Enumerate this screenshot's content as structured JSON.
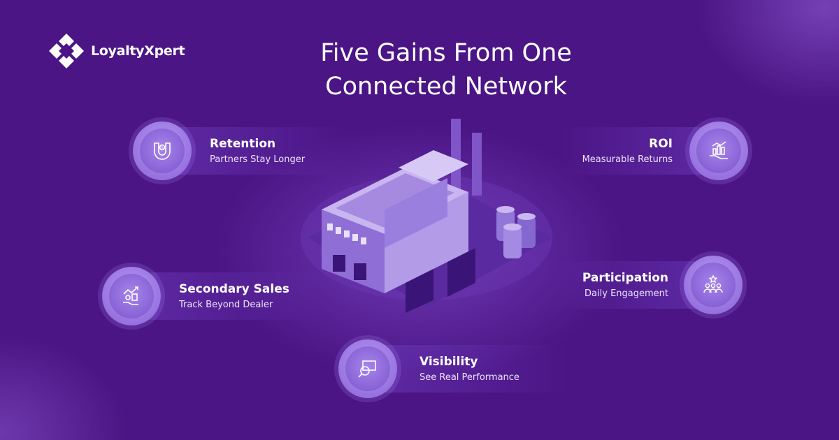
{
  "brand": {
    "name": "LoyaltyXpert"
  },
  "title": {
    "line1": "Five Gains From One",
    "line2": "Connected Network"
  },
  "gains": {
    "retention": {
      "title": "Retention",
      "subtitle": "Partners Stay Longer",
      "icon": "magnet-percent-icon"
    },
    "roi": {
      "title": "ROI",
      "subtitle": "Measurable Returns",
      "icon": "growth-hand-icon"
    },
    "secondary_sales": {
      "title": "Secondary Sales",
      "subtitle": "Track Beyond Dealer",
      "icon": "sales-hand-icon"
    },
    "participation": {
      "title": "Participation",
      "subtitle": "Daily Engagement",
      "icon": "people-star-icon"
    },
    "visibility": {
      "title": "Visibility",
      "subtitle": "See Real Performance",
      "icon": "magnifier-screen-icon"
    }
  },
  "illustration": "factory-illustration",
  "colors": {
    "background": "#4b1585",
    "circle": "#9a75e4",
    "text": "#ffffff"
  }
}
